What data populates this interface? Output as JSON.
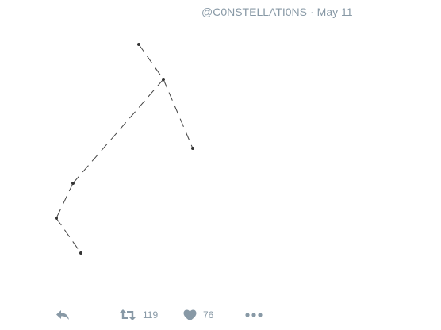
{
  "tweet": {
    "handle": "@C0NSTELLATI0NS",
    "separator": "·",
    "date": "May 11"
  },
  "actions": {
    "reply_icon": "reply-arrow-icon",
    "retweet_icon": "retweet-icon",
    "retweet_count": "119",
    "like_icon": "heart-icon",
    "like_count": "76",
    "more_icon": "ellipsis-icon"
  },
  "colors": {
    "muted": "#8899a6",
    "star": "#333333",
    "line": "#444444",
    "background": "#ffffff"
  }
}
